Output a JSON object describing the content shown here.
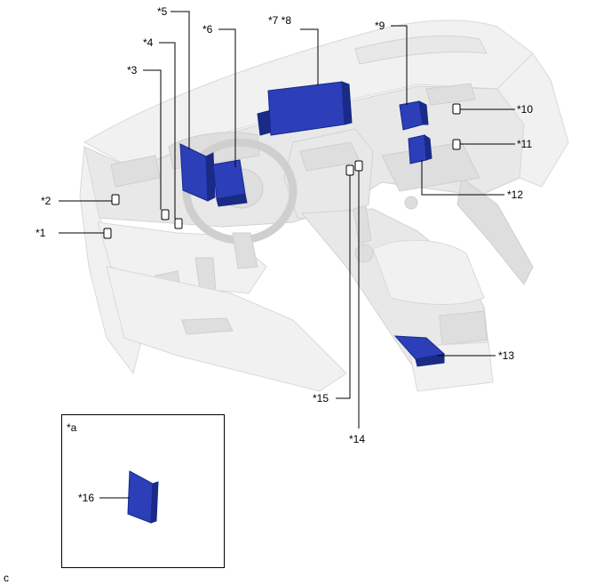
{
  "diagram": {
    "corner_code": "c",
    "inset_label": "*a",
    "colors": {
      "component": "#2c3fb8",
      "component_dark": "#1b2a85",
      "ghost": "#e8e8e8"
    },
    "callouts": [
      {
        "id": "c1",
        "text": "*1"
      },
      {
        "id": "c2",
        "text": "*2"
      },
      {
        "id": "c3",
        "text": "*3"
      },
      {
        "id": "c4",
        "text": "*4"
      },
      {
        "id": "c5",
        "text": "*5"
      },
      {
        "id": "c6",
        "text": "*6"
      },
      {
        "id": "c7",
        "text": "*7 *8"
      },
      {
        "id": "c9",
        "text": "*9"
      },
      {
        "id": "c10",
        "text": "*10"
      },
      {
        "id": "c11",
        "text": "*11"
      },
      {
        "id": "c12",
        "text": "*12"
      },
      {
        "id": "c13",
        "text": "*13"
      },
      {
        "id": "c14",
        "text": "*14"
      },
      {
        "id": "c15",
        "text": "*15"
      },
      {
        "id": "c16",
        "text": "*16"
      }
    ]
  }
}
